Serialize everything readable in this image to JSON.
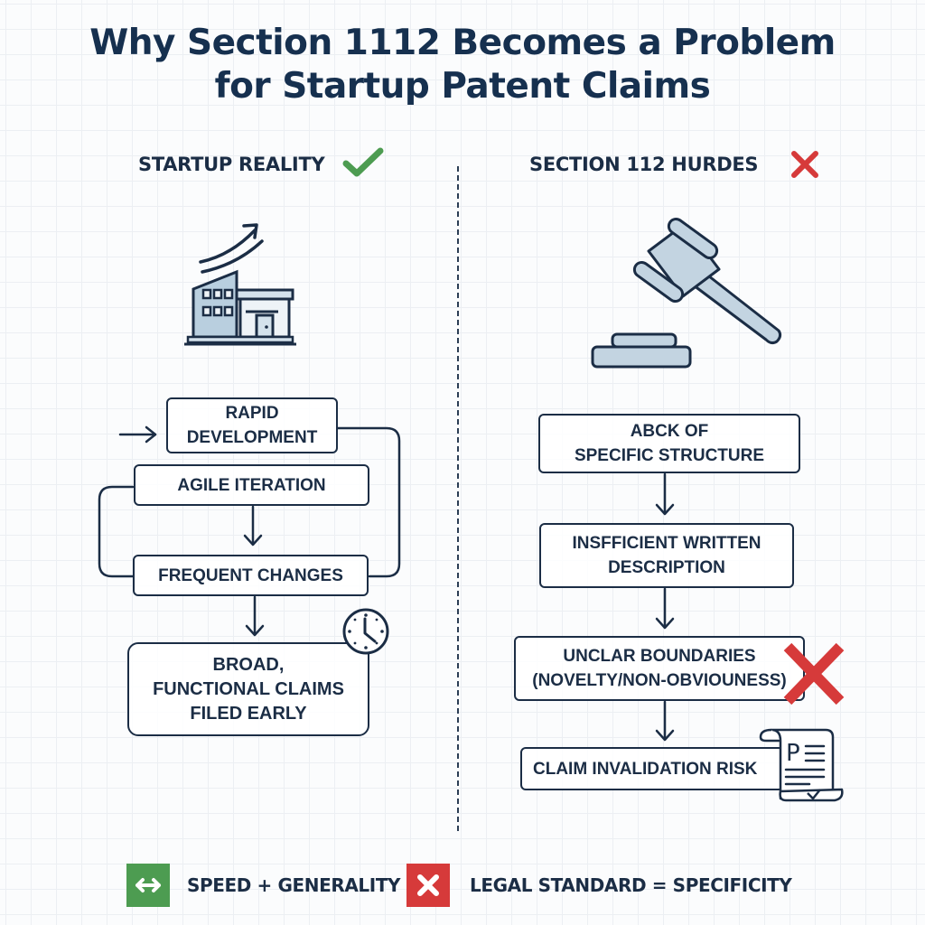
{
  "title": {
    "line1": "Why Section 1112 Becomes a Problem",
    "line2": "for Startup Patent Claims"
  },
  "left_column": {
    "heading": "STARTUP REALITY",
    "heading_icon": "check-icon",
    "illustration_icon": "growing-building-icon",
    "boxes": [
      {
        "label": "RAPID\nDEVELOPMENT"
      },
      {
        "label": "AGILE ITERATION"
      },
      {
        "label": "FREQUENT CHANGES"
      },
      {
        "label": "BROAD,\nFUNCTIONAL CLAIMS\nFILED EARLY"
      }
    ],
    "clock_icon": "clock-icon"
  },
  "right_column": {
    "heading": "SECTION 112 HURDES",
    "heading_icon": "x-icon",
    "illustration_icon": "gavel-icon",
    "boxes": [
      {
        "label": "ABCK OF\nSPECIFIC STRUCTURE"
      },
      {
        "label": "INSFFICIENT WRITTEN\nDESCRIPTION"
      },
      {
        "label": "UNCLAR BOUNDARIES\n(NOVELTY/NON-OBVIOUNESS)"
      },
      {
        "label": "CLAIM INVALIDATION RISK"
      }
    ],
    "overlay_icon": "large-red-x-icon",
    "document_icon": "patent-scroll-icon"
  },
  "legend": {
    "items": [
      {
        "icon": "double-arrow-icon",
        "label": "SPEED + GENERALITY",
        "color": "#4d9c51"
      },
      {
        "icon": "x-icon",
        "label": "LEGAL STANDARD = SPECIFICITY",
        "color": "#d63a3a"
      }
    ]
  },
  "colors": {
    "ink": "#1b2d45",
    "title": "#16304f",
    "green": "#4d9c51",
    "red": "#d63a3a",
    "icon_fill": "#c3d4e1"
  }
}
